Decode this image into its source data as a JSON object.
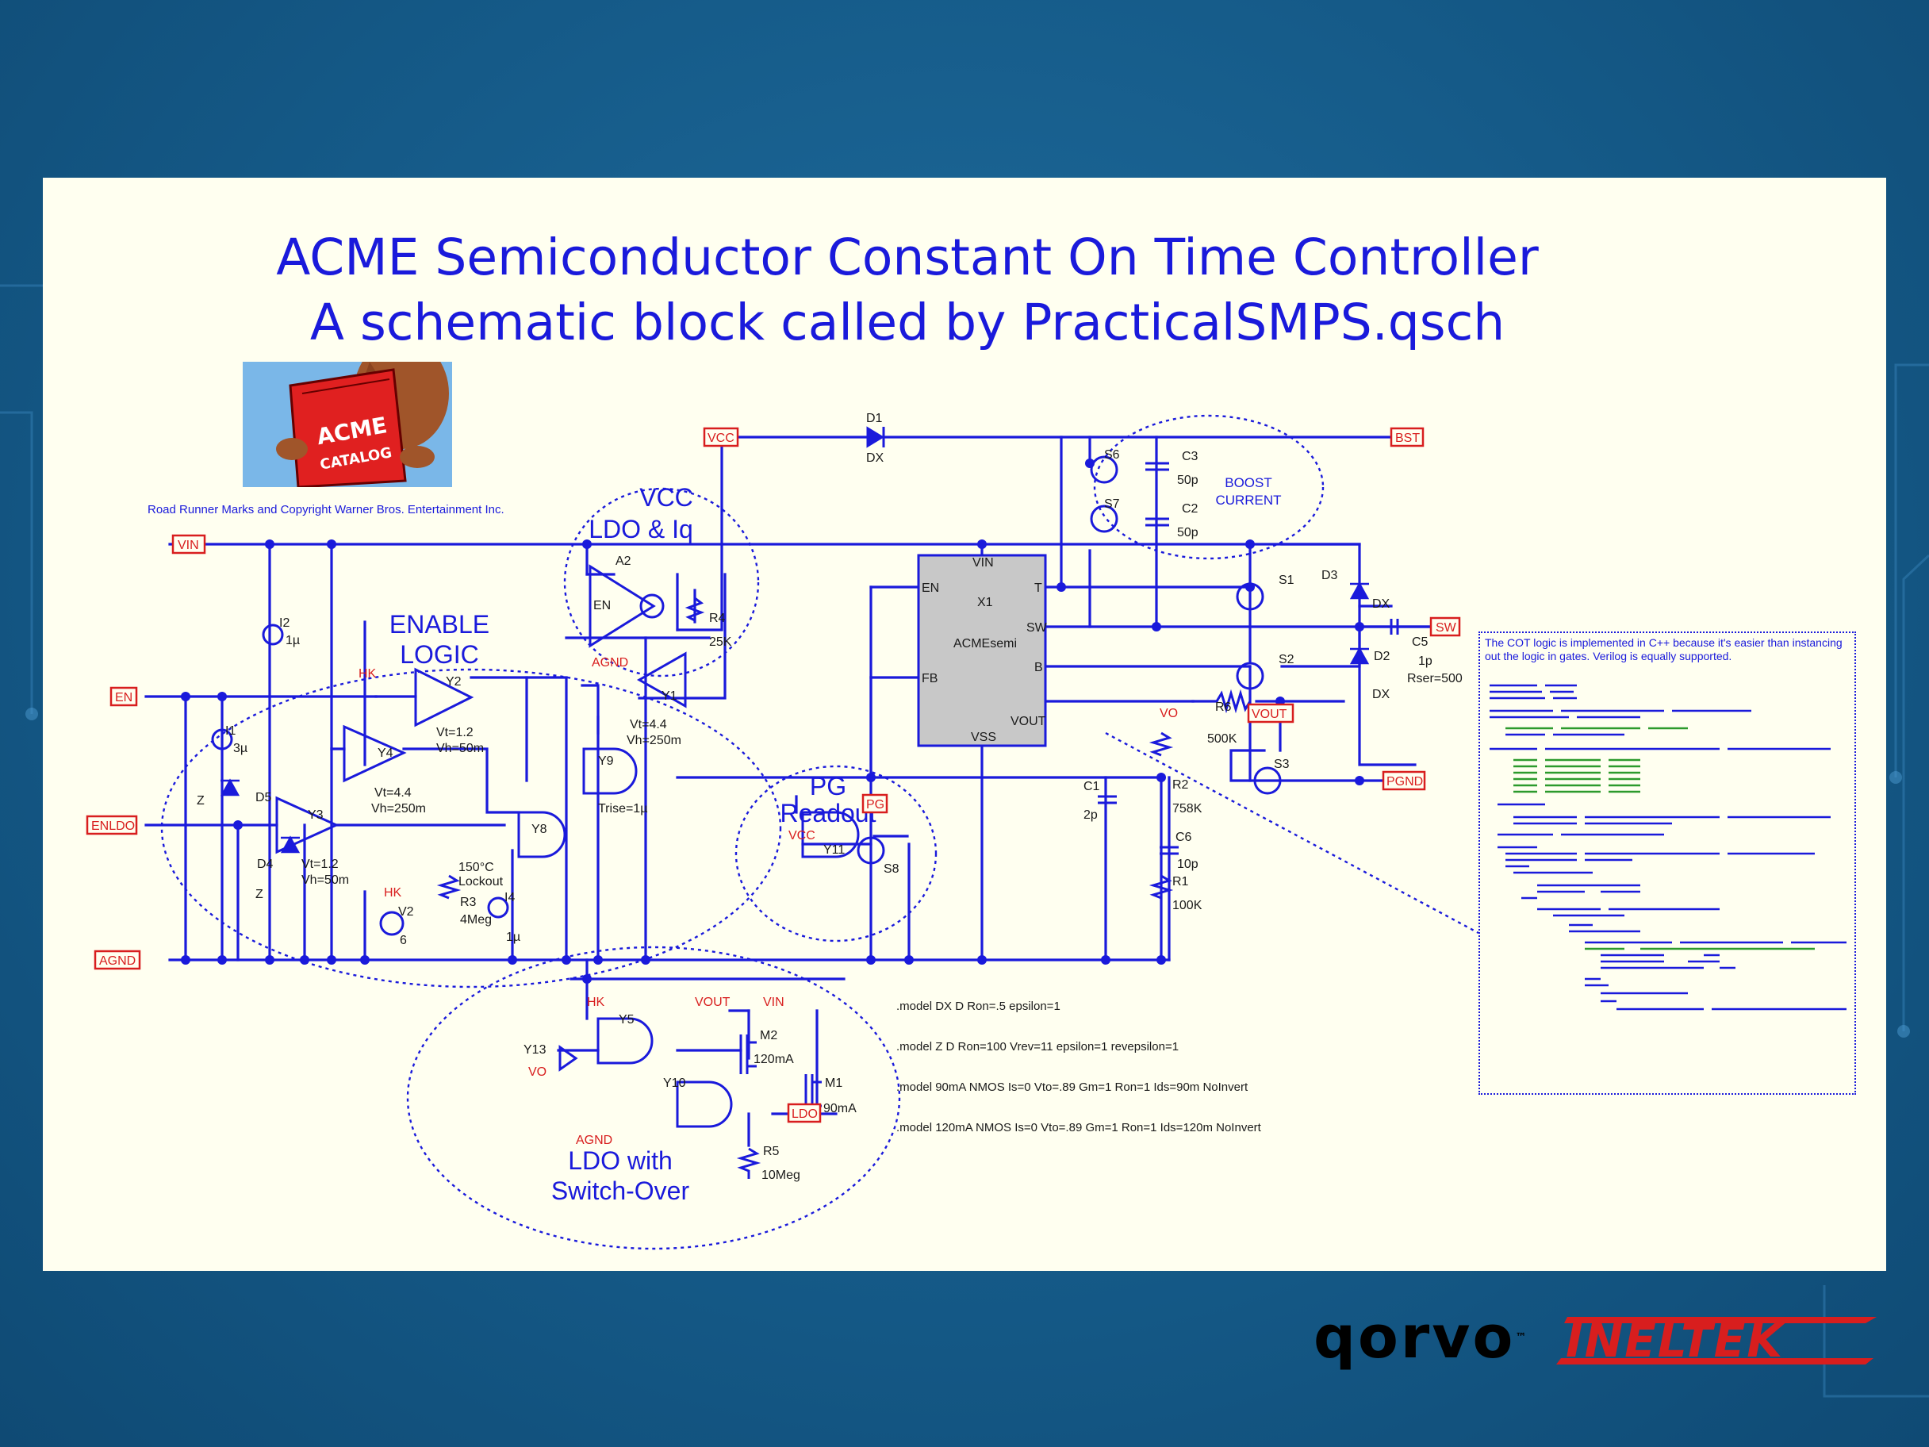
{
  "slide": {
    "title_line1": "ACME Semiconductor Constant On Time Controller",
    "title_line2": "A schematic block called by PracticalSMPS.qsch",
    "copyright": "Road Runner Marks and Copyright Warner Bros. Entertainment Inc.",
    "logo_text_1": "ACME",
    "logo_text_2": "CATALOG",
    "code_heading": "The COT logic is implemented in C++ because it's easier than instancing out the logic in gates. Verilog is equally supported.",
    "models": [
      ".model DX D Ron=.5 epsilon=1",
      ".model Z D Ron=100 Vrev=11 epsilon=1 revepsilon=1",
      ".model 90mA NMOS Is=0 Vto=.89 Gm=1 Ron=1 Ids=90m NoInvert",
      ".model 120mA NMOS Is=0 Vto=.89 Gm=1 Ron=1 Ids=120m NoInvert"
    ],
    "brand_qorvo": "qorvo",
    "brand_qorvo_tm": "™",
    "brand_ineltek": "INELTEK"
  },
  "nets": {
    "vin": "VIN",
    "en": "EN",
    "enldo": "ENLDO",
    "agnd": "AGND",
    "vcc": "VCC",
    "bst": "BST",
    "sw": "SW",
    "vout": "VOUT",
    "pgnd": "PGND",
    "pg": "PG",
    "ldo": "LDO",
    "hk": "HK",
    "vo": "VO"
  },
  "blocks": {
    "enable": "ENABLE\nLOGIC",
    "vcc_ldo_1": "VCC",
    "vcc_ldo_2": "LDO & Iq",
    "boost_1": "BOOST",
    "boost_2": "CURRENT",
    "pg_1": "PG",
    "pg_2": "Readout",
    "ldo_1": "LDO with",
    "ldo_2": "Switch-Over"
  },
  "parts": {
    "d1": "D1",
    "dx": "DX",
    "d3": "D3",
    "d2": "D2",
    "d4": "D4",
    "d5": "D5",
    "z": "Z",
    "c1": "C1",
    "c1v": "2p",
    "c2": "C2",
    "c2v": "50p",
    "c3": "C3",
    "c3v": "50p",
    "c5": "C5",
    "c5v": "1p",
    "c5r": "Rser=500",
    "c6": "C6",
    "c6v": "10p",
    "r1": "R1",
    "r1v": "100K",
    "r2": "R2",
    "r2v": "758K",
    "r3": "R3",
    "r3v": "4Meg",
    "r4": "R4",
    "r4v": "25K",
    "r5": "R5",
    "r5v": "10Meg",
    "r6": "R6",
    "r6v": "500K",
    "i1": "I1",
    "i1v": "3µ",
    "i2": "I2",
    "i2v": "1µ",
    "i4": "I4",
    "i4v": "1µ",
    "v2": "V2",
    "v2v": "6",
    "a2": "A2",
    "a2en": "EN",
    "y1": "Y1",
    "y1p": "Vt=4.4",
    "y1h": "Vh=250m",
    "y2": "Y2",
    "y2p": "Vt=1.2",
    "y2h": "Vh=50m",
    "y3": "Y3",
    "y3p": "Vt=1.2",
    "y3h": "Vh=50m",
    "y4": "Y4",
    "y4p": "Vt=4.4",
    "y4h": "Vh=250m",
    "y5": "Y5",
    "y8": "Y8",
    "y9": "Y9",
    "y9t": "Trise=1µ",
    "y10": "Y10",
    "y11": "Y11",
    "y13": "Y13",
    "s1": "S1",
    "s2": "S2",
    "s3": "S3",
    "s6": "S6",
    "s7": "S7",
    "s8": "S8",
    "m1": "M1",
    "m1v": "90mA",
    "m2": "M2",
    "m2v": "120mA",
    "lockout_1": "150°C",
    "lockout_2": "Lockout",
    "x1": "X1",
    "x1name": "ACMEsemi",
    "x1_vin": "VIN",
    "x1_en": "EN",
    "x1_fb": "FB",
    "x1_vss": "VSS",
    "x1_t": "T",
    "x1_sw": "SW",
    "x1_b": "B",
    "x1_vout": "VOUT"
  },
  "colors": {
    "wire": "#1a1adb",
    "net_label": "#d81e1e",
    "panel": "#fffff0",
    "bg": "#155a88",
    "ic_fill": "#c8c8c8"
  }
}
